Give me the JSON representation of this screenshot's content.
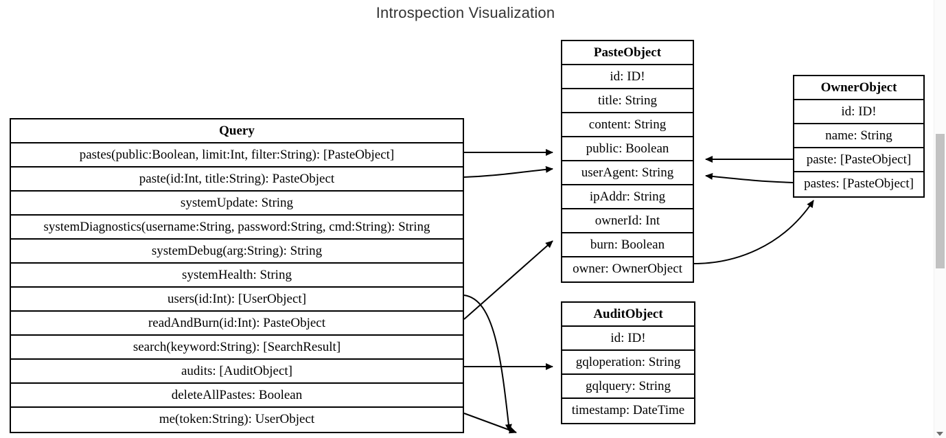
{
  "page": {
    "title": "Introspection Visualization",
    "background_color": "#ffffff",
    "line_color": "#000000",
    "text_color": "#000000",
    "title_color": "#333333"
  },
  "diagram": {
    "type": "graphql-schema-entity-diagram",
    "entities": [
      {
        "id": "query",
        "name": "Query",
        "fields": [
          "pastes(public:Boolean, limit:Int, filter:String): [PasteObject]",
          "paste(id:Int, title:String): PasteObject",
          "systemUpdate: String",
          "systemDiagnostics(username:String, password:String, cmd:String): String",
          "systemDebug(arg:String): String",
          "systemHealth: String",
          "users(id:Int): [UserObject]",
          "readAndBurn(id:Int): PasteObject",
          "search(keyword:String): [SearchResult]",
          "audits: [AuditObject]",
          "deleteAllPastes: Boolean",
          "me(token:String): UserObject"
        ]
      },
      {
        "id": "paste",
        "name": "PasteObject",
        "fields": [
          "id: ID!",
          "title: String",
          "content: String",
          "public: Boolean",
          "userAgent: String",
          "ipAddr: String",
          "ownerId: Int",
          "burn: Boolean",
          "owner: OwnerObject"
        ]
      },
      {
        "id": "owner",
        "name": "OwnerObject",
        "fields": [
          "id: ID!",
          "name: String",
          "paste: [PasteObject]",
          "pastes: [PasteObject]"
        ]
      },
      {
        "id": "audit",
        "name": "AuditObject",
        "fields": [
          "id: ID!",
          "gqloperation: String",
          "gqlquery: String",
          "timestamp: DateTime"
        ]
      }
    ],
    "edges": [
      {
        "from": "query.pastes",
        "to": "paste.public",
        "style": "straight-arrow"
      },
      {
        "from": "query.paste",
        "to": "paste.userAgent",
        "style": "curved-arrow"
      },
      {
        "from": "query.readAndBurn",
        "to": "paste.burn",
        "style": "diagonal-arrow"
      },
      {
        "from": "query.audits",
        "to": "audit.gqloperation",
        "style": "straight-arrow"
      },
      {
        "from": "owner.paste",
        "to": "paste.public",
        "style": "straight-arrow-left"
      },
      {
        "from": "owner.pastes",
        "to": "paste.userAgent",
        "style": "curved-arrow-left"
      },
      {
        "from": "paste.owner",
        "to": "owner.pastes",
        "style": "curved-arrow-up"
      },
      {
        "from": "query.users",
        "to": "offscreen-user-object",
        "style": "curved-arrow-down"
      },
      {
        "from": "query.me",
        "to": "offscreen-user-object",
        "style": "diagonal-arrow-down"
      }
    ]
  },
  "scrollbar": {
    "orientation": "vertical",
    "down_arrow_icon": "chevron-down-icon"
  }
}
